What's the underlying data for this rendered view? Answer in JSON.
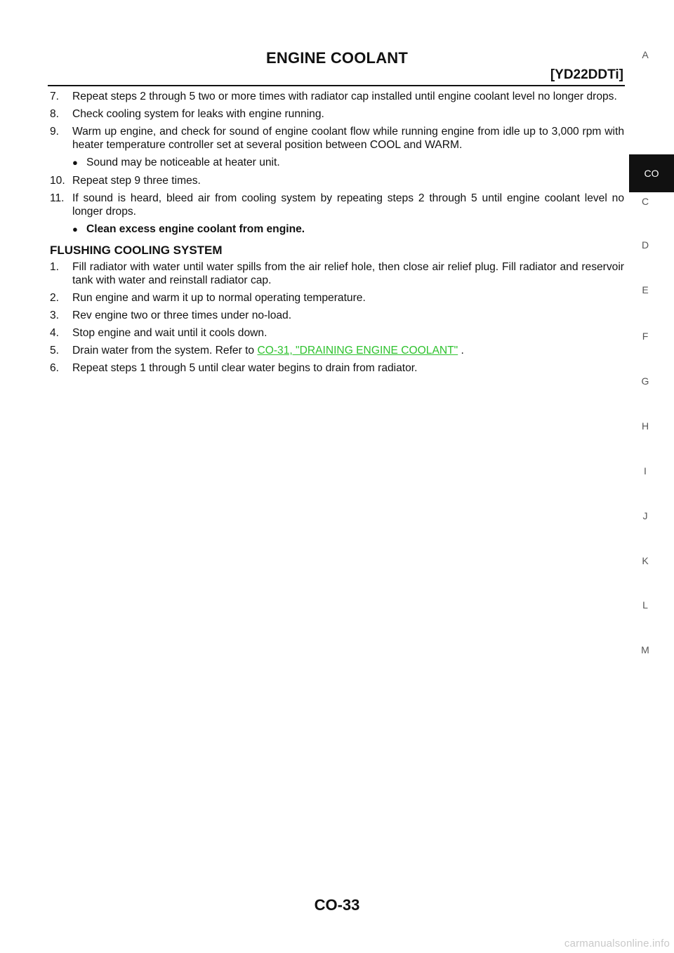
{
  "header": {
    "title": "ENGINE COOLANT",
    "code": "[YD22DDTi]"
  },
  "side_index": {
    "letters": [
      "A",
      "CO",
      "C",
      "D",
      "E",
      "F",
      "G",
      "H",
      "I",
      "J",
      "K",
      "L",
      "M"
    ],
    "active": "CO"
  },
  "steps_part1": [
    {
      "num": "7.",
      "text": "Repeat steps 2 through 5 two or more times with radiator cap installed until engine coolant level no longer drops."
    },
    {
      "num": "8.",
      "text": "Check cooling system for leaks with engine running."
    },
    {
      "num": "9.",
      "text": "Warm up engine, and check for sound of engine coolant flow while running engine from idle up to 3,000 rpm with heater temperature controller set at several position between COOL and WARM."
    }
  ],
  "bullet_9": "Sound may be noticeable at heater unit.",
  "steps_part2": [
    {
      "num": "10.",
      "text": "Repeat step 9 three times."
    },
    {
      "num": "11.",
      "text": "If sound is heard, bleed air from cooling system by repeating steps 2 through 5 until engine coolant level no longer drops."
    }
  ],
  "bullet_11": "Clean excess engine coolant from engine.",
  "flushing": {
    "heading": "FLUSHING COOLING SYSTEM",
    "steps": [
      {
        "num": "1.",
        "text": "Fill radiator with water until water spills from the air relief hole, then close air relief plug. Fill radiator and reservoir tank with water and reinstall radiator cap."
      },
      {
        "num": "2.",
        "text": "Run engine and warm it up to normal operating temperature."
      },
      {
        "num": "3.",
        "text": "Rev engine two or three times under no-load."
      },
      {
        "num": "4.",
        "text": "Stop engine and wait until it cools down."
      }
    ],
    "step5_num": "5.",
    "step5_text": "Drain water from the system. Refer to ",
    "step5_link": "CO-31, \"DRAINING ENGINE COOLANT\"",
    "step5_after": " .",
    "step6_num": "6.",
    "step6_text": "Repeat steps 1 through 5 until clear water begins to drain from radiator."
  },
  "bullet_glyph": "●",
  "link_color": "#2ec22e",
  "page_number": "CO-33",
  "watermark": "carmanualsonline.info"
}
